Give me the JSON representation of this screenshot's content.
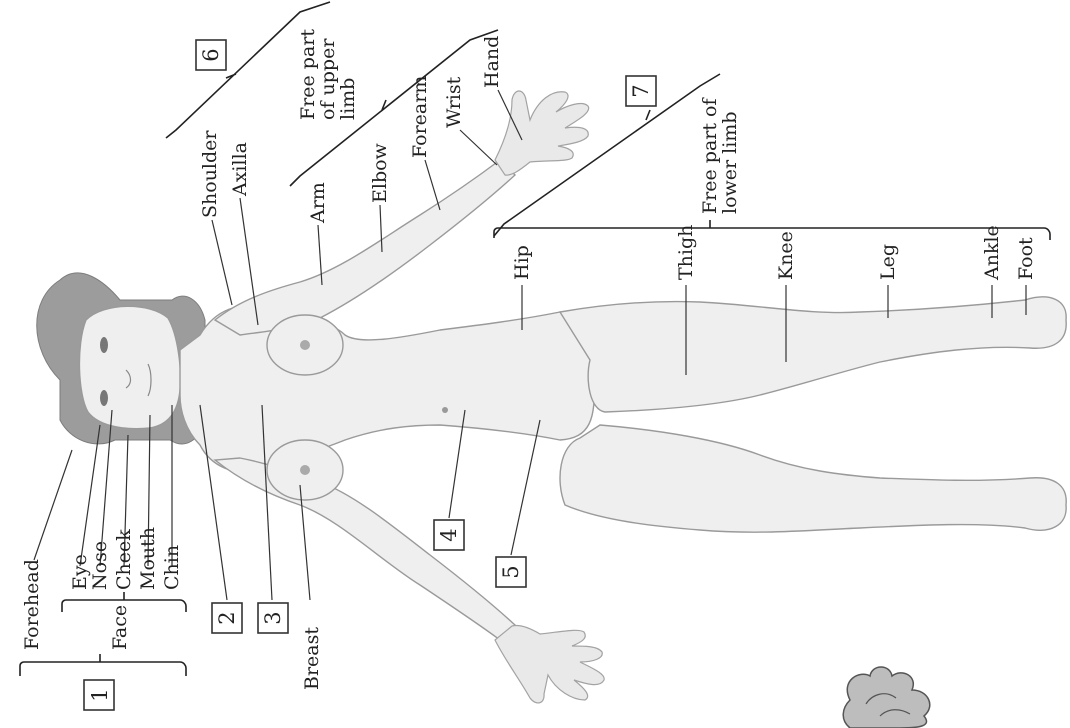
{
  "diagram": {
    "labels": {
      "forehead": "Forehead",
      "face": "Face",
      "eye": "Eye",
      "nose": "Nose",
      "cheek": "Cheek",
      "mouth": "Mouth",
      "chin": "Chin",
      "breast": "Breast",
      "shoulder": "Shoulder",
      "axilla": "Axilla",
      "arm": "Arm",
      "elbow": "Elbow",
      "forearm": "Forearm",
      "wrist": "Wrist",
      "hand": "Hand",
      "free_upper_1": "Free part",
      "free_upper_2": "of upper",
      "free_upper_3": "limb",
      "hip": "Hip",
      "thigh": "Thigh",
      "knee": "Knee",
      "leg": "Leg",
      "ankle": "Ankle",
      "foot": "Foot",
      "free_lower_1": "Free part of",
      "free_lower_2": "lower limb"
    },
    "boxes": {
      "b1": "1",
      "b2": "2",
      "b3": "3",
      "b4": "4",
      "b5": "5",
      "b6": "6",
      "b7": "7"
    },
    "colors": {
      "skin": "#efefef",
      "hair": "#9c9c9c",
      "line": "#222222"
    }
  }
}
